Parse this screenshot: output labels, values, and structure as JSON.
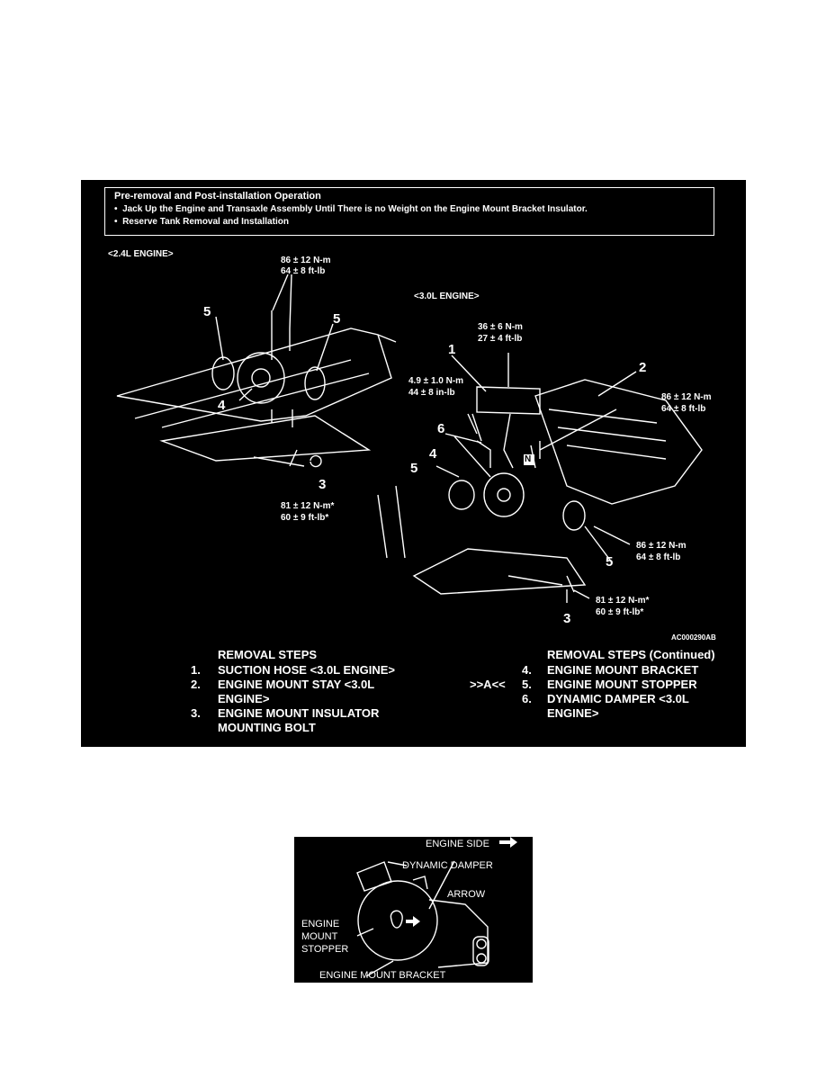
{
  "operation": {
    "title": "Pre-removal and Post-installation Operation",
    "bullets": [
      "Jack Up the Engine and Transaxle Assembly Until There is no Weight on the Engine Mount Bracket Insulator.",
      "Reserve Tank Removal and Installation"
    ]
  },
  "engine24": {
    "heading": "<2.4L ENGINE>",
    "torque_top": [
      "86 ± 12 N-m",
      "64 ± 8 ft-lb"
    ],
    "torque_bottom": [
      "81 ± 12 N-m*",
      "60 ± 9 ft-lb*"
    ],
    "callouts": [
      "5",
      "5",
      "4",
      "3"
    ]
  },
  "engine30": {
    "heading": "<3.0L ENGINE>",
    "torque_top": [
      "36 ± 6 N-m",
      "27 ± 4 ft-lb"
    ],
    "torque_left": [
      "4.9 ± 1.0 N-m",
      "44 ± 8 in-lb"
    ],
    "torque_right_top": [
      "86 ± 12 N-m",
      "64 ± 8 ft-lb"
    ],
    "torque_right_bottom": [
      "86 ± 12 N-m",
      "64 ± 8 ft-lb"
    ],
    "torque_bottom": [
      "81 ± 12 N-m*",
      "60 ± 9 ft-lb*"
    ],
    "callouts": [
      "1",
      "2",
      "6",
      "4",
      "5",
      "5",
      "3"
    ],
    "n_marker": "N"
  },
  "figure_code": "AC000290AB",
  "removal_steps": {
    "heading": "REMOVAL STEPS",
    "items": [
      {
        "num": "1.",
        "text": "SUCTION HOSE <3.0L ENGINE>"
      },
      {
        "num": "2.",
        "text": "ENGINE MOUNT STAY <3.0L",
        "cont": "ENGINE>"
      },
      {
        "num": "3.",
        "text": "ENGINE MOUNT INSULATOR",
        "cont": "MOUNTING BOLT"
      }
    ]
  },
  "removal_steps_continued": {
    "heading": "REMOVAL STEPS (Continued)",
    "items": [
      {
        "num": "4.",
        "prefix": "",
        "text": "ENGINE MOUNT BRACKET"
      },
      {
        "num": "5.",
        "prefix": ">>A<<",
        "text": "ENGINE MOUNT STOPPER"
      },
      {
        "num": "6.",
        "prefix": "",
        "text": "DYNAMIC DAMPER <3.0L",
        "cont": "ENGINE>"
      }
    ]
  },
  "inset": {
    "engine_side": "ENGINE SIDE",
    "dynamic_damper": "DYNAMIC DAMPER",
    "arrow": "ARROW",
    "stopper": [
      "ENGINE",
      "MOUNT",
      "STOPPER"
    ],
    "bracket": "ENGINE MOUNT BRACKET"
  }
}
